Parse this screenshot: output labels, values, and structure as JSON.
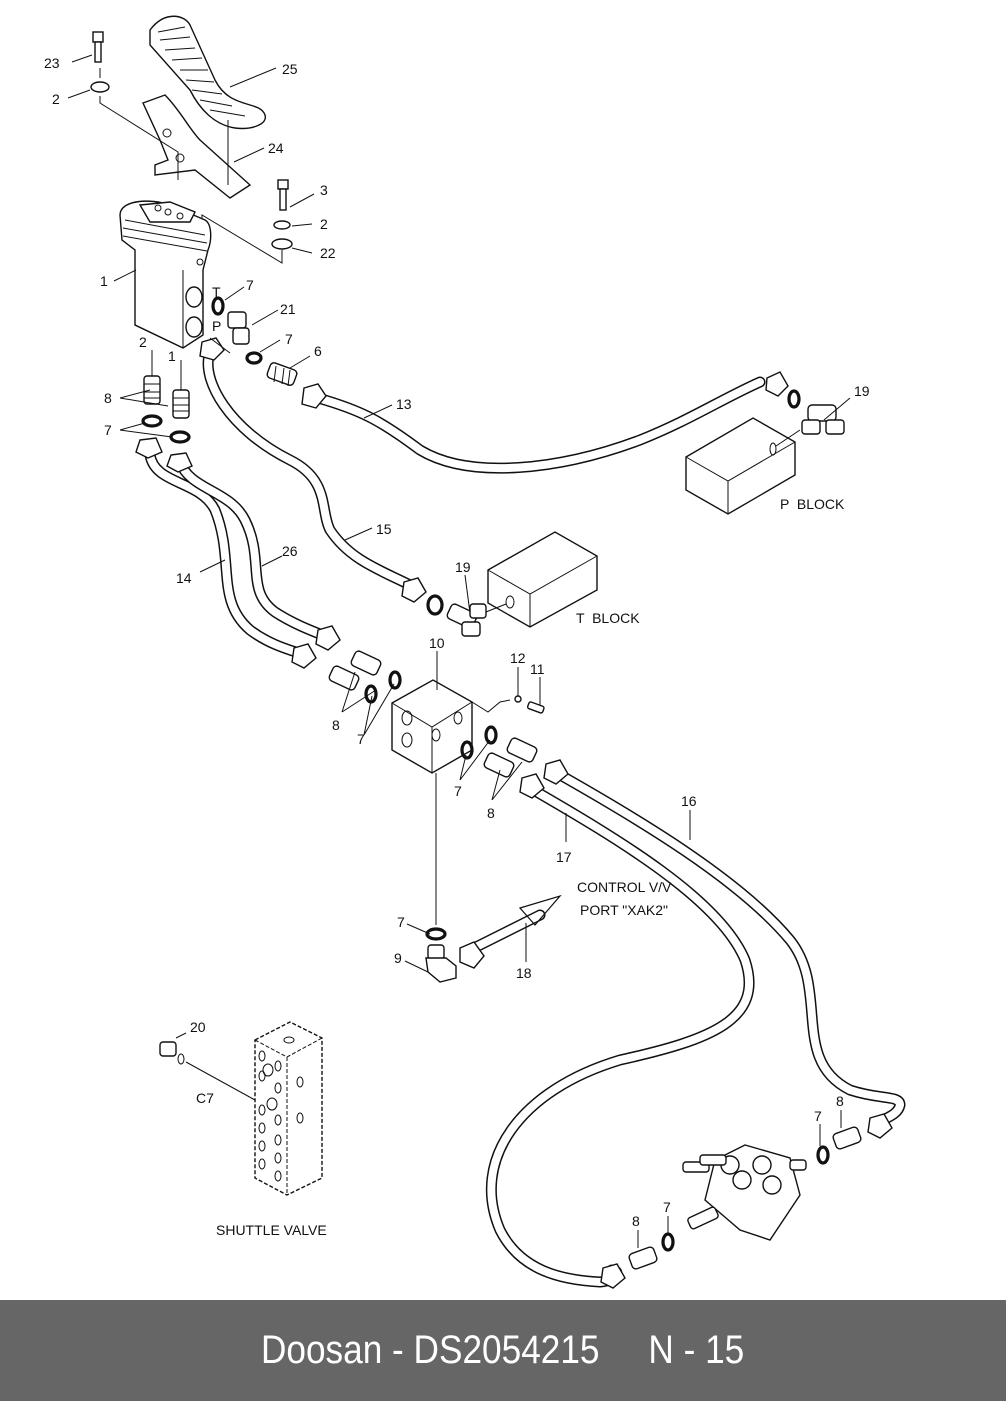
{
  "diagram": {
    "type": "exploded parts diagram",
    "callouts": {
      "c23": "23",
      "c2a": "2",
      "c25": "25",
      "c24": "24",
      "c3": "3",
      "c2b": "2",
      "c22": "22",
      "c1": "1",
      "cT": "T",
      "c7a": "7",
      "cP": "P",
      "c21": "21",
      "c7b": "7",
      "c6": "6",
      "port2": "2",
      "port1": "1",
      "c8a": "8",
      "c7c": "7",
      "c13": "13",
      "c19a": "19",
      "c15": "15",
      "c19b": "19",
      "c14": "14",
      "c26": "26",
      "c10": "10",
      "c12": "12",
      "c11": "11",
      "c8b": "8",
      "c7d": "7",
      "c7e": "7",
      "c8c": "8",
      "c16": "16",
      "c17": "17",
      "c7f": "7",
      "c9": "9",
      "c18": "18",
      "c20": "20",
      "cC7": "C7",
      "c7g": "7",
      "c8d": "8",
      "c7h": "7",
      "c8e": "8"
    },
    "labels": {
      "p_block": "P  BLOCK",
      "t_block": "T  BLOCK",
      "control_line1": "CONTROL V/V",
      "control_line2": "PORT \"XAK2\"",
      "shuttle_valve": "SHUTTLE VALVE"
    }
  },
  "footer": {
    "brand": "Doosan",
    "part_number": "DS2054215",
    "page": "N - 15",
    "text": "Doosan - DS2054215     N - 15"
  },
  "colors": {
    "footer_bg": "#666666",
    "footer_text": "#ffffff",
    "line": "#111111"
  }
}
